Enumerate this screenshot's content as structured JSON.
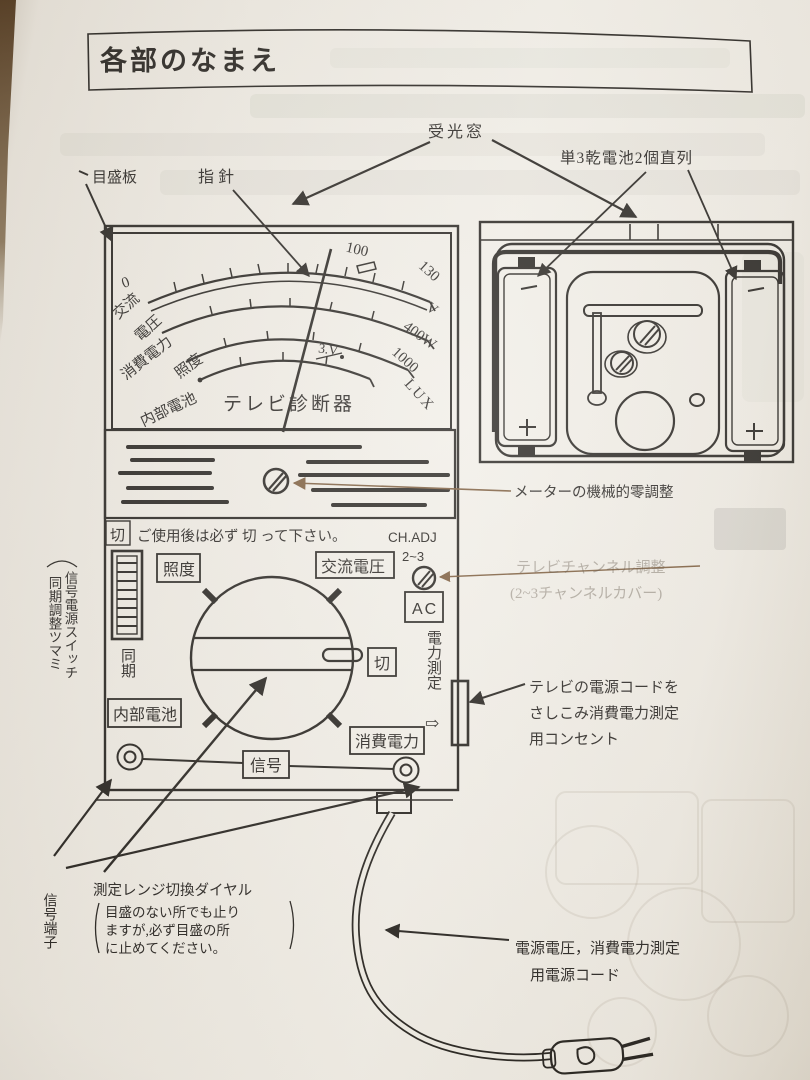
{
  "page": {
    "title": "各部のなまえ"
  },
  "callouts": {
    "light_window": "受光窓",
    "battery_series": "単3乾電池2個直列",
    "scale_plate": "目盛板",
    "pointer": "指 針",
    "zero_adjust": "メーターの機械的零調整",
    "off_box": "切",
    "off_notice": "ご使用後は必ず 切 って下さい。",
    "ch_adj": "CH.ADJ",
    "ch_adj_range": "2~3",
    "channel_adjust": "テレビチャンネル調整",
    "channel_cover": "(2~3チャンネルカバー)",
    "switch_knob_col1": "信号電源スイッチ",
    "switch_knob_col2": "同期調整ツマミ",
    "outlet_l1": "テレビの電源コードを",
    "outlet_l2": "さしこみ消費電力測定",
    "outlet_l3": "用コンセント",
    "signal_terminal": "信号端子",
    "dial_title": "測定レンジ切換ダイヤル",
    "dial_note_l1": "目盛のない所でも止り",
    "dial_note_l2": "ますが,必ず目盛の所",
    "dial_note_l3": "に止めてください。",
    "cord_l1": "電源電圧，消費電力測定",
    "cord_l2": "用電源コード"
  },
  "meter": {
    "device_name": "テレビ診断器",
    "scale": {
      "zero": "0",
      "v100": "100",
      "v130": "130",
      "unit_v": "V",
      "w400": "400W",
      "batt3v": "3.V",
      "lux1000": "1000",
      "unit_lux": "LUX"
    },
    "rows": {
      "ac_l1": "交流",
      "ac_l2": "電圧",
      "power": "消費電力",
      "illuminance": "照度",
      "battery": "内部電池"
    }
  },
  "panel": {
    "illuminance": "照度",
    "ac_voltage": "交流電圧",
    "off": "切",
    "sync": "同期",
    "battery": "内部電池",
    "power": "消費電力",
    "signal": "信号",
    "ac": "AC",
    "power_measure": "電力測定",
    "power_measure_arrow": "⇨"
  },
  "colors": {
    "ink": "#24211d",
    "faded_ink": "#7a5a3a",
    "paper": "#efece4"
  }
}
